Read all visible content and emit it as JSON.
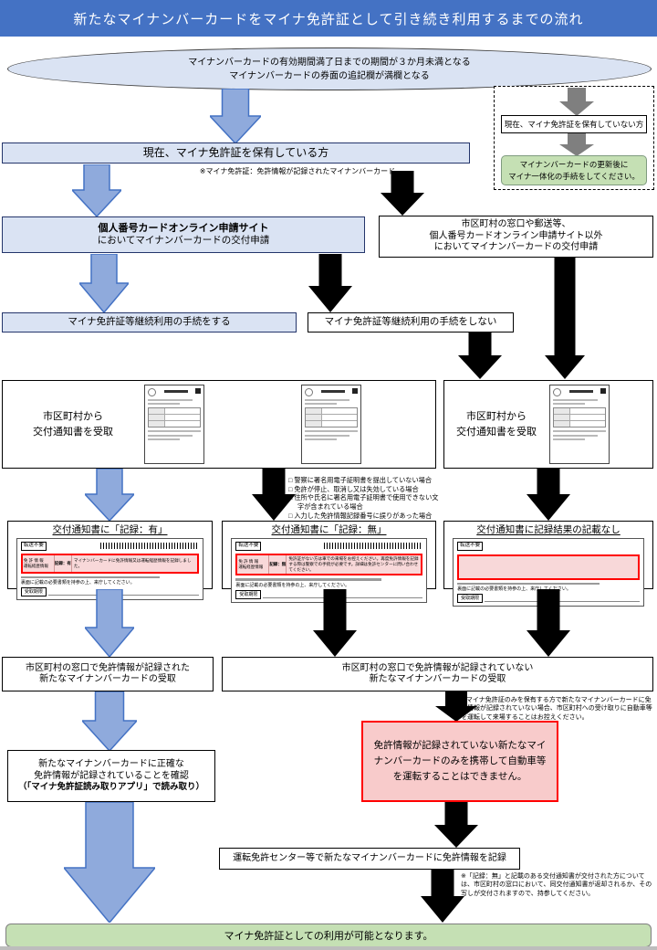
{
  "title": "新たなマイナンバーカードをマイナ免許証として引き続き利用するまでの流れ",
  "start_ellipse": {
    "line1": "マイナンバーカードの有効期間満了日までの期間が３か月未満となる",
    "line2": "マイナンバーカードの券面の追記欄が満欄となる"
  },
  "no_holder_branch": {
    "box": "現在、マイナ免許証を保有していない方",
    "green_line1": "マイナンバーカードの更新後に",
    "green_line2": "マイナ一体化の手続をしてください。"
  },
  "holder": {
    "box": "現在、マイナ免許証を保有している方",
    "note": "※マイナ免許証：免許情報が記録されたマイナンバーカード"
  },
  "application": {
    "online_line1": "個人番号カードオンライン申請サイト",
    "online_line2": "においてマイナンバーカードの交付申請",
    "office_line1": "市区町村の窓口や郵送等、",
    "office_line2": "個人番号カードオンライン申請サイト以外",
    "office_line3": "においてマイナンバーカードの交付申請"
  },
  "procedure": {
    "do": "マイナ免許証等継続利用の手続をする",
    "dont": "マイナ免許証等継続利用の手続をしない"
  },
  "receipt": {
    "left_line1": "市区町村から",
    "left_line2": "交付通知書を受取",
    "right_line1": "市区町村から",
    "right_line2": "交付通知書を受取"
  },
  "no_record_reasons": [
    "□ 警察に署名用電子証明書を提出していない場合",
    "□ 免許が停止、取消し又は失効している場合",
    "□ 住所や氏名に署名用電子証明書で使用できない文字が含まれている場合",
    "□ 入力した免許情報記録番号に誤りがあった場合"
  ],
  "notices": {
    "yes": {
      "title": "交付通知書に「記録：有」",
      "doc_label": "転送不要",
      "cell_line1": "免 許 情 報",
      "cell_line2": "運転経歴情報",
      "badge": "記録：有",
      "message": "マイナンバーカードに免許情報又は運転経歴情報を記録しました。",
      "footer": "裏面に記載の必要書類を持参の上、来庁してください。",
      "deadline": "受取期限"
    },
    "no": {
      "title": "交付通知書に「記録：無」",
      "doc_label": "転送不要",
      "cell_line1": "免 許 情 報",
      "cell_line2": "運転経歴情報",
      "badge": "記録：無",
      "message": "免許証がない方は車での来場をお控えください。再度免許情報を記録する際は警察での手続が必要です。詳細は免許センターに問い合わせてください。",
      "footer": "裏面に記載の必要書類を持参の上、来庁してください。",
      "deadline": "受取期限"
    },
    "none": {
      "title": "交付通知書に記録結果の記載なし",
      "doc_label": "転送不要",
      "footer": "裏面に記載の必要書類を持参の上、来庁してください。",
      "deadline": "受取期限"
    }
  },
  "pickup": {
    "left_line1": "市区町村の窓口で免許情報が記録された",
    "left_line2": "新たなマイナンバーカードの受取",
    "right_line1": "市区町村の窓口で免許情報が記録されていない",
    "right_line2": "新たなマイナンバーカードの受取",
    "note": "※マイナ免許証のみを保有する方で新たなマイナンバーカードに免許情報が記録されていない場合、市区町村への受け取りに自動車等を運転して来場することはお控えください。"
  },
  "confirm": {
    "line1": "新たなマイナンバーカードに正確な",
    "line2": "免許情報が記録されていることを確認",
    "line3": "（「マイナ免許証読み取りアプリ」で読み取り）"
  },
  "warning": "免許情報が記録されていない新たなマイナンバーカードのみを携帯して自動車等を運転することはできません。",
  "record": {
    "box": "運転免許センター等で新たなマイナンバーカードに免許情報を記録",
    "note": "※「記録：無」と記載のある交付通知書が交付された方については、市区町村の窓口において、同交付通知書が返却されるか、その写しが交付されますので、持参してください。"
  },
  "goal": "マイナ免許証としての利用が可能となります。",
  "colors": {
    "header_bg": "#4472C4",
    "light_blue": "#DAE3F3",
    "blue_border": "#24356B",
    "arrow_blue": "#8FAADC",
    "arrow_blue_border": "#4472C4",
    "arrow_gray": "#7F7F7F",
    "green_fill": "#C5E0B4",
    "red_border": "#FF0000",
    "pink_fill": "#F8CBCB"
  }
}
